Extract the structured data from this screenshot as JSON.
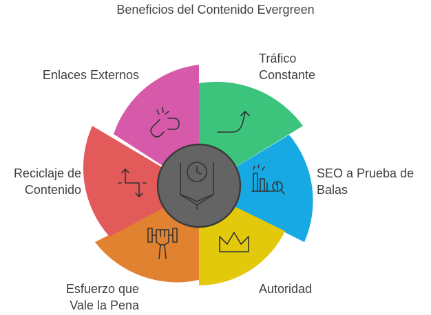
{
  "title": "Beneficios del Contenido Evergreen",
  "segments": [
    {
      "id": "trafico",
      "label_lines": [
        "Tráfico",
        "Constante"
      ],
      "color": "#3cc47c",
      "icon": "trend-up-arrow-icon"
    },
    {
      "id": "seo",
      "label_lines": [
        "SEO a Prueba de",
        "Balas"
      ],
      "color": "#17a9e3",
      "icon": "ranking-magnifier-icon"
    },
    {
      "id": "autoridad",
      "label_lines": [
        "Autoridad"
      ],
      "color": "#e3c90c",
      "icon": "crown-icon"
    },
    {
      "id": "esfuerzo",
      "label_lines": [
        "Esfuerzo que",
        "Vale la Pena"
      ],
      "color": "#e0822f",
      "icon": "strong-fist-icon"
    },
    {
      "id": "reciclaje",
      "label_lines": [
        "Reciclaje de",
        "Contenido"
      ],
      "color": "#e35a5a",
      "icon": "recycle-arrows-icon"
    },
    {
      "id": "enlaces",
      "label_lines": [
        "Enlaces Externos"
      ],
      "color": "#d65aa9",
      "icon": "broken-link-icon"
    }
  ],
  "center": {
    "color": "#646464",
    "icon": "clock-book-icon"
  }
}
